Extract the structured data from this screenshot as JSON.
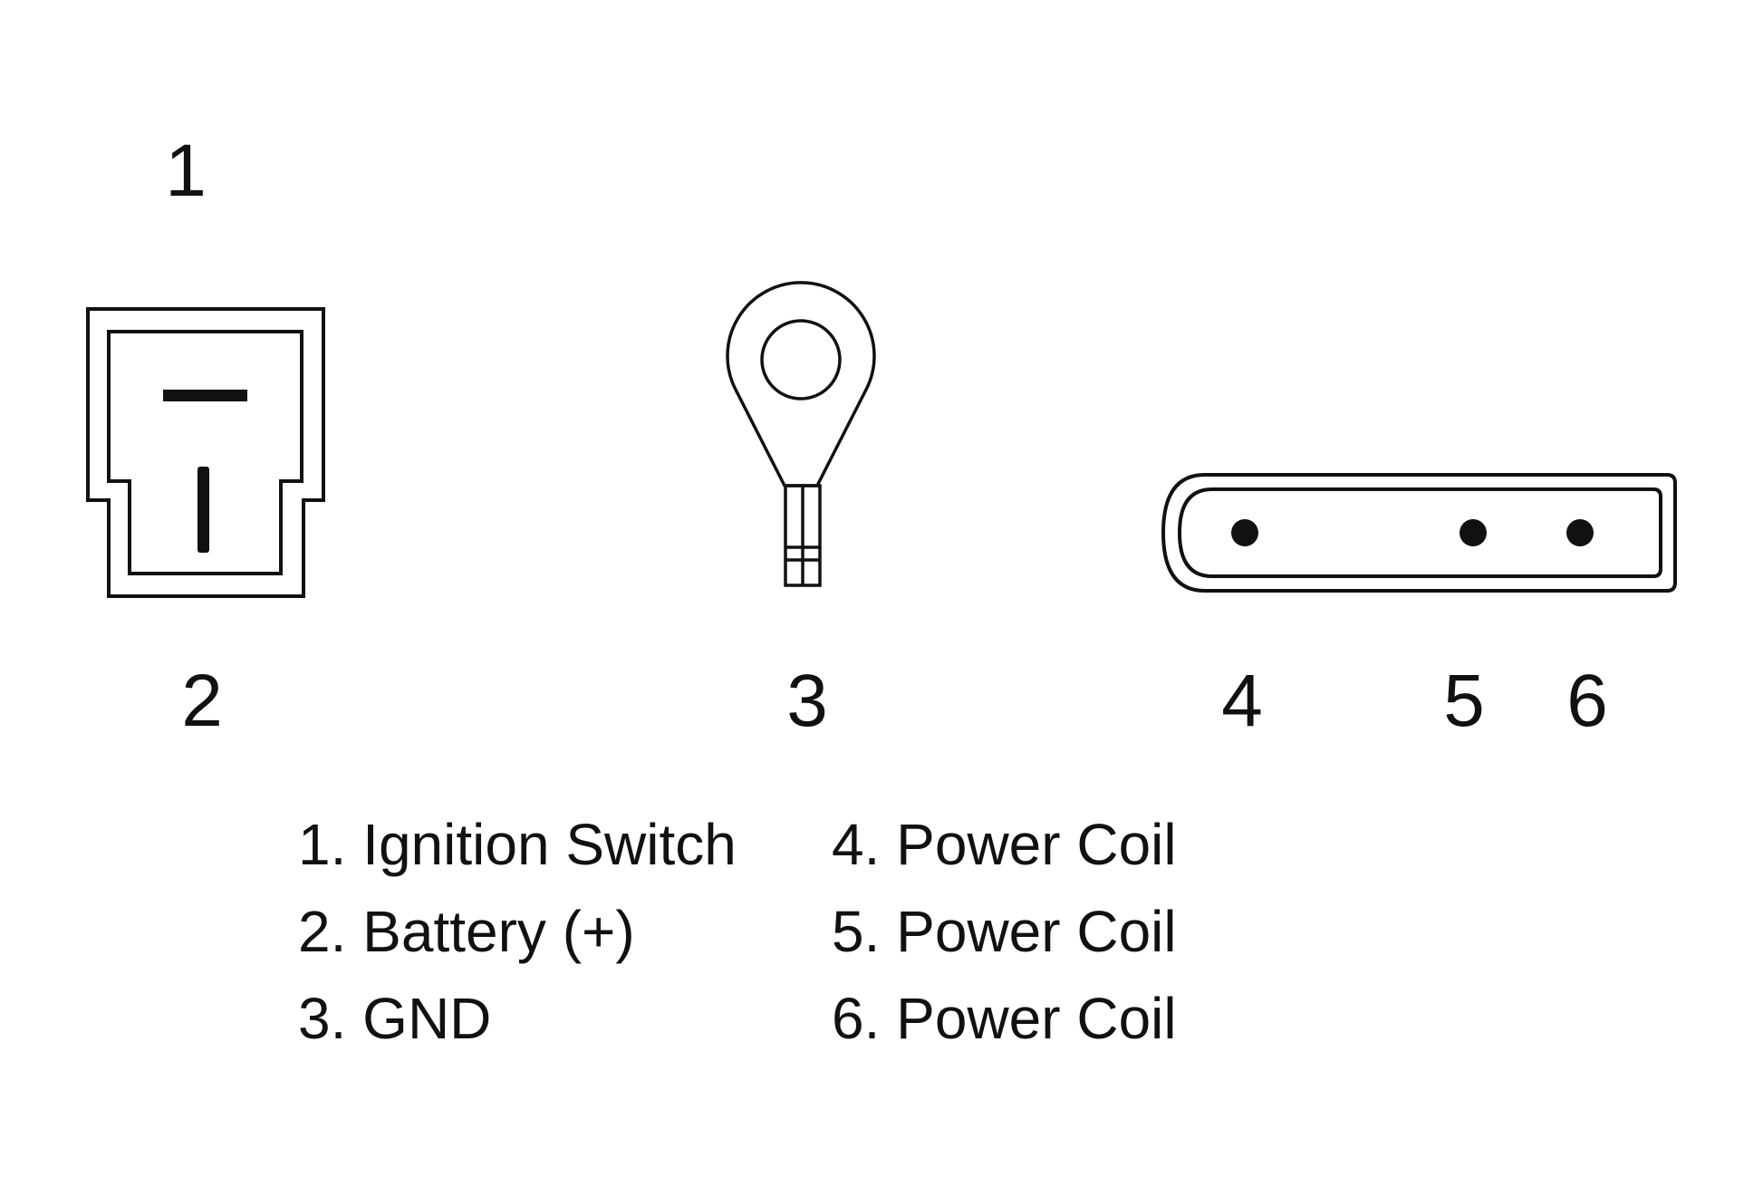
{
  "pin_numbers": [
    "1",
    "2",
    "3",
    "4",
    "5",
    "6"
  ],
  "legend": {
    "left": [
      "1. Ignition Switch",
      "2. Battery (+)",
      "3. GND"
    ],
    "right": [
      "4. Power Coil",
      "5. Power Coil",
      "6. Power Coil"
    ]
  }
}
